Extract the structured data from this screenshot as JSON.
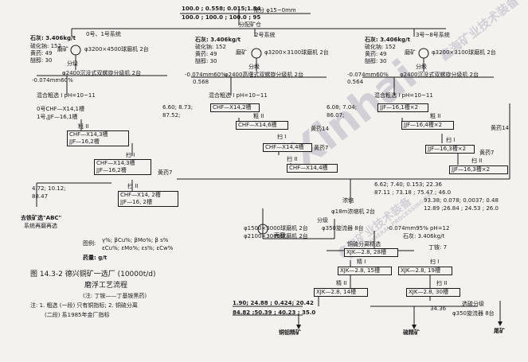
{
  "watermark": {
    "brand": "Xinhai",
    "brand_cn": "鑫海矿业技术装备",
    "brand_en": "XINHAI MINERAL PROCESSING EPC"
  },
  "top": {
    "feed_values_1": "100.0 ; 0.558; 0.015;1.84",
    "feed_values_2": "100.0 ; 100.0 ; 100.0 ; 95",
    "screen": "筛分 φ15~0mm",
    "bin": "分配矿仓"
  },
  "series": [
    {
      "label": "0号、1号系统",
      "ore": "石灰: 3.406kg/t",
      "cu": "硫化钠: 152",
      "y": "黄药: 49",
      "z": "醚醇: 30",
      "mill": "磨矿",
      "mill_spec": "φ3200×4500球磨机 2台",
      "classify": "分级",
      "classifier": "φ2400沉没式双螺旋分级机 2台",
      "fines": "-0.074mm60%"
    },
    {
      "label": "2号系统",
      "ore": "石灰: 3.406kg/t",
      "cu": "硫化钠: 152",
      "y": "黄药: 49",
      "z": "醚醇: 30",
      "mill": "磨矿",
      "mill_spec": "φ3200×3100球磨机 2台",
      "classify": "分级",
      "classifier": "φ2400高堰式双螺旋分级机 2台",
      "fines": "-0.074mm60%",
      "pct": "0.568"
    },
    {
      "label": "3号~8号系统",
      "ore": "石灰: 3.406kg/t",
      "cu": "硫化钠: 152",
      "y": "黄药: 49",
      "z": "醚醇: 30",
      "mill": "磨矿",
      "mill_spec": "φ3200×3100球磨机 2台",
      "classify": "分级",
      "classifier": "φ2400沉没式双螺旋分级机 2台",
      "fines": "-0.074mm60%",
      "pct": "0.564"
    }
  ],
  "rougher": [
    {
      "title": "混合粗选 I  pH=10~11",
      "machine1": "0号CHF—X14,1槽",
      "machine2": "1号,JJF—16,1槽",
      "stat1": "6.60; 8.73;",
      "stat2": "87.52;",
      "cells": [
        "CHF—X14,3槽",
        "JJF—16,2槽"
      ],
      "sweep1": "扫 I",
      "sweep1_cells": [
        "CHF—X14,3槽",
        "JJF—16,2槽"
      ],
      "sweep2": "扫 II",
      "sweep2_cells": [
        "CHF—X14, 2槽",
        "JJF—16, 2槽"
      ],
      "reagent": "黄药7",
      "rough": "粗 II"
    },
    {
      "title": "混合粗选 I  pH=10~11",
      "machine": "CHF—X14,2槽",
      "stat1": "6.08; 7.04;",
      "stat2": "86.07;",
      "rough": "粗 II",
      "cells": [
        "CHF—X14,6槽"
      ],
      "reagent": "黄药14",
      "sweep1": "扫 I",
      "sweep1_cells": [
        "CHF—X14,4槽"
      ],
      "sweep2": "扫 II",
      "sweep2_cells": [
        "CHF—X14,4槽"
      ],
      "reagent2": "黄药7"
    },
    {
      "title": "混合粗选 I  pH=10~11",
      "machine": "JJF—16,1槽×2",
      "rough": "粗 II",
      "cells": [
        "JJF—16,4槽×2"
      ],
      "reagent": "黄药14",
      "sweep1": "扫 I",
      "sweep1_cells": [
        "JJF—16,3槽×2"
      ],
      "sweep2": "扫 II",
      "sweep2_cells": [
        "JJF—16,3槽×2"
      ],
      "reagent2": "黄药7"
    }
  ],
  "left_results": {
    "line1": "4.72; 10.12;",
    "line2": "88.47",
    "note1": "去铁矿选\"ABC\"",
    "note2": "系统再磨再选"
  },
  "legend": {
    "title": "图例:",
    "line1": "γ%; βCu%; βMo%; β s%",
    "line2": "εCu%; εMo%; εs%; εCw%",
    "reagent": "药量: g/t"
  },
  "caption": {
    "title": "图 14.3-2  德兴铜矿一选厂 (10000t/d)",
    "subtitle": "磨浮工艺流程",
    "note_ding": "(注: 丁铵——丁基铵黑药)",
    "note1": "注: 1. 粗选 (一段) 只有铜指标; 2. 铜硫分离",
    "note2": "(二段) 系1985年金厂指标"
  },
  "regrind": {
    "stat1": "6.62; 7.40; 0.153; 22.36",
    "stat2": "87.11 ; 73.18 ; 75.47 ; 46.0",
    "stat3": "93.38; 0.078; 0.0037; 0.48",
    "stat4": "12.89 ;26.84 ; 24.53 ; 26.0",
    "thicken": "浓缩",
    "thickener": "φ18m浓缩机 2台",
    "classify": "分级",
    "mill1": "φ1500×3000球磨机 2台",
    "mill2": "φ2100×3000球磨机 2台",
    "regrind": "再磨",
    "cyclone": "φ350旋流器 8台",
    "fines": "-0.074mm95% pH=12",
    "lime": "石灰: 3.406kg/t",
    "sep": "铜硫分离精选",
    "sep_machine": "XJK—2.8, 28槽",
    "ding": "丁铵: 7"
  },
  "cleaner": {
    "c1": "精 I",
    "c1_machine": "XJK—2.8, 15槽",
    "s1": "扫 I",
    "s1_machine": "XJK—2.8, 19槽",
    "c2": "精 II",
    "c2_machine": "XJK—2.8, 14槽",
    "s2": "扫 II",
    "s2_machine": "XJK—2.8, 30槽"
  },
  "bottom": {
    "cu_stat1": "1.90; 24.88 ; 0.424; 20.42",
    "cu_stat2": "84.82 ;50.39 ; 40.23 ; 35.0",
    "cu_product": "铜钼精矿",
    "s_stat": "34.36",
    "s_classify": "选硫分级",
    "s_cyclone": "φ350旋流器 8台",
    "s_product": "硫精矿",
    "tailing": "尾矿"
  }
}
